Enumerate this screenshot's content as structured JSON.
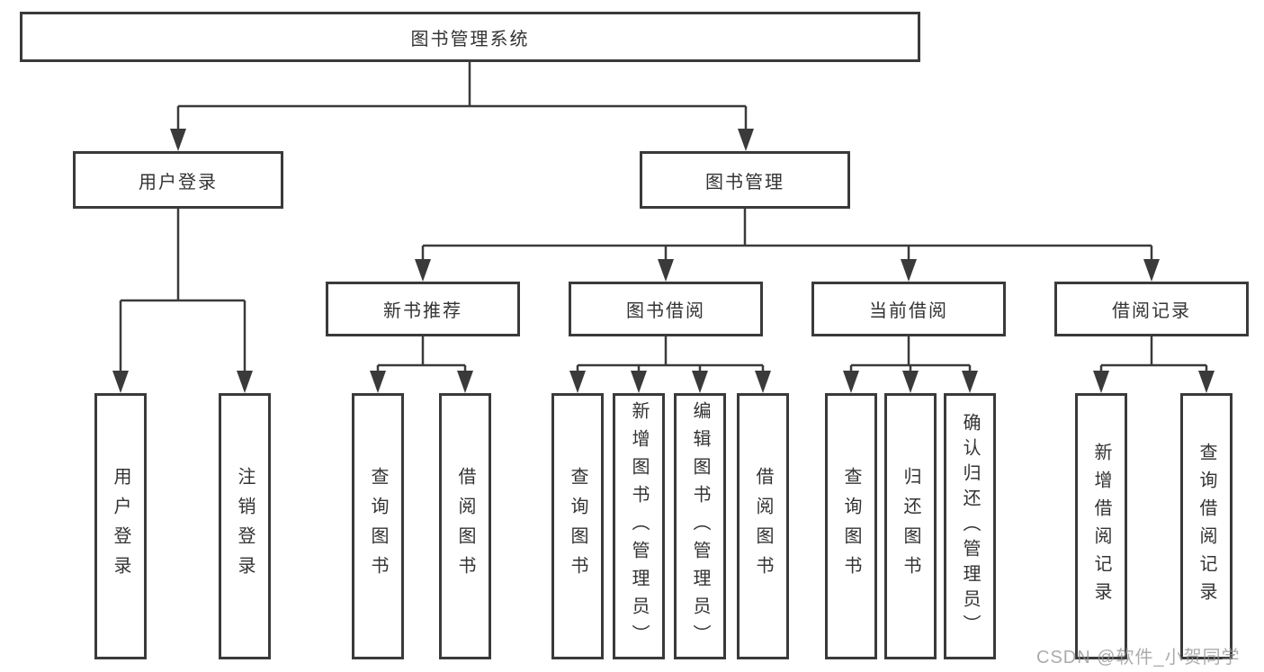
{
  "nodes": {
    "root": "图书管理系统",
    "user_login": "用户登录",
    "book_management": "图书管理",
    "new_book_recommend": "新书推荐",
    "book_borrowing": "图书借阅",
    "current_borrowing": "当前借阅",
    "borrowing_records": "借阅记录",
    "leaves": {
      "user_login": [
        "用户登录",
        "注销登录"
      ],
      "new_book_recommend": [
        "查询图书",
        "借阅图书"
      ],
      "book_borrowing": [
        "查询图书",
        "新增图书（管理员）",
        "编辑图书（管理员）",
        "借阅图书"
      ],
      "current_borrowing": [
        "查询图书",
        "归还图书",
        "确认归还（管理员）"
      ],
      "borrowing_records": [
        "新增借阅记录",
        "查询借阅记录"
      ]
    }
  },
  "watermark": "CSDN @软件_小贺同学",
  "colors": {
    "line": "#3a3a3a",
    "box_border": "#3a3a3a",
    "text": "#333333",
    "watermark": "#949494",
    "background": "#ffffff"
  }
}
